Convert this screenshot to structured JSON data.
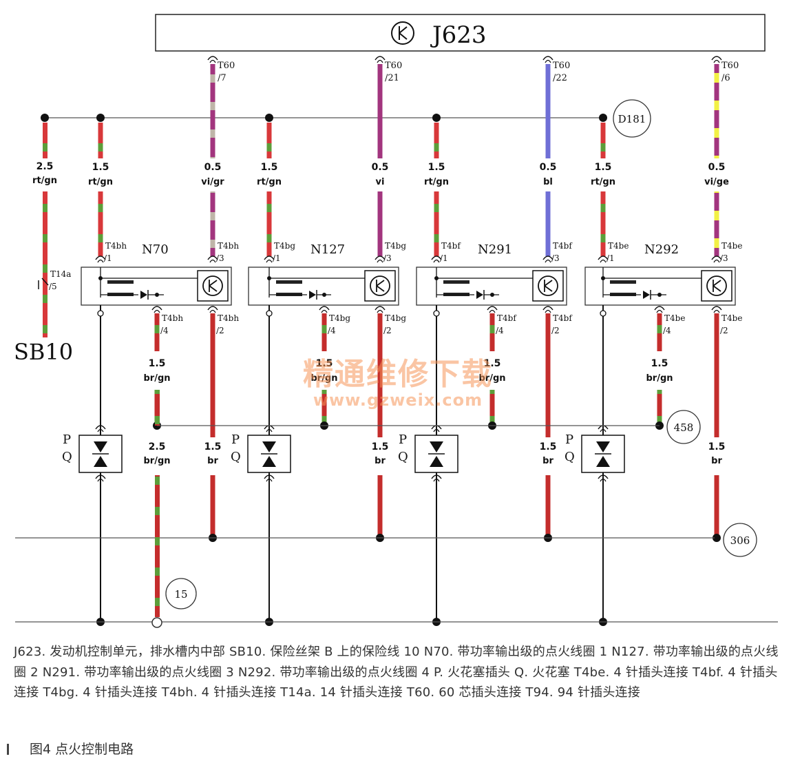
{
  "ecu": {
    "label": "J623",
    "icon": "ecu-transistor-icon"
  },
  "ecu_pins": [
    {
      "connector": "T60",
      "pin": "/7",
      "wire_size": "0.5",
      "wire_color": "vi/gr",
      "stripe": [
        "#a2357e",
        "#bfb5a8"
      ]
    },
    {
      "connector": "T60",
      "pin": "/21",
      "wire_size": "0.5",
      "wire_color": "vi",
      "stripe": [
        "#a2357e",
        "#a2357e"
      ]
    },
    {
      "connector": "T60",
      "pin": "/22",
      "wire_size": "0.5",
      "wire_color": "bl",
      "stripe": [
        "#6f6fd6",
        "#6f6fd6"
      ]
    },
    {
      "connector": "T60",
      "pin": "/6",
      "wire_size": "0.5",
      "wire_color": "vi/ge",
      "stripe": [
        "#a2357e",
        "#f2f046"
      ]
    }
  ],
  "supply": {
    "fuse": "SB10",
    "fuse_wire": {
      "size": "2.5",
      "color": "rt/gn"
    },
    "fuse_connector": {
      "name": "T14a",
      "pin": "/5"
    },
    "ground_ref": "D181"
  },
  "coils": [
    {
      "name": "N70",
      "pin_connector": "T4bh",
      "pins": [
        "/1",
        "/3",
        "/4",
        "/2"
      ],
      "supply_size": "1.5",
      "supply_color": "rt/gn",
      "gnd_size": "1.5",
      "gnd_color": "br/gn",
      "out_size": "1.5",
      "out_color": "br"
    },
    {
      "name": "N127",
      "pin_connector": "T4bg",
      "pins": [
        "/1",
        "/3",
        "/4",
        "/2"
      ],
      "supply_size": "1.5",
      "supply_color": "rt/gn",
      "gnd_size": "1.5",
      "gnd_color": "br/gn",
      "out_size": "1.5",
      "out_color": "br"
    },
    {
      "name": "N291",
      "pin_connector": "T4bf",
      "pins": [
        "/1",
        "/3",
        "/4",
        "/2"
      ],
      "supply_size": "1.5",
      "supply_color": "rt/gn",
      "gnd_size": "1.5",
      "gnd_color": "br/gn",
      "out_size": "1.5",
      "out_color": "br"
    },
    {
      "name": "N292",
      "pin_connector": "T4be",
      "pins": [
        "/1",
        "/3",
        "/4",
        "/2"
      ],
      "supply_size": "1.5",
      "supply_color": "rt/gn",
      "gnd_size": "1.5",
      "gnd_color": "br/gn",
      "out_size": "1.5",
      "out_color": "br"
    }
  ],
  "plug_labels": {
    "p": "P",
    "q": "Q"
  },
  "ground_wire": {
    "size": "2.5",
    "color": "br/gn"
  },
  "refs": {
    "r458": "458",
    "r306": "306",
    "r15": "15"
  },
  "wire_colors": {
    "red": "#d8383a",
    "green": "#5c9e3a",
    "brown": "#c42d2c",
    "vi": "#a2357e",
    "bl": "#6f6fd6",
    "ge": "#f2f046"
  },
  "watermark": {
    "line1": "精通维修下载",
    "line2": "www.gzweix.com"
  },
  "caption": "J623. 发动机控制单元，排水槽内中部    SB10. 保险丝架 B 上的保险线 10    N70. 带功率输出级的点火线圈 1    N127. 带功率输出级的点火线圈 2    N291. 带功率输出级的点火线圈 3    N292. 带功率输出级的点火线圈 4    P. 火花塞插头    Q. 火花塞    T4be. 4 针插头连接    T4bf. 4 针插头连接    T4bg. 4 针插头连接    T4bh. 4 针插头连接    T14a. 14 针插头连接    T60. 60 芯插头连接    T94. 94 针插头连接",
  "figure_title": "图4    点火控制电路"
}
